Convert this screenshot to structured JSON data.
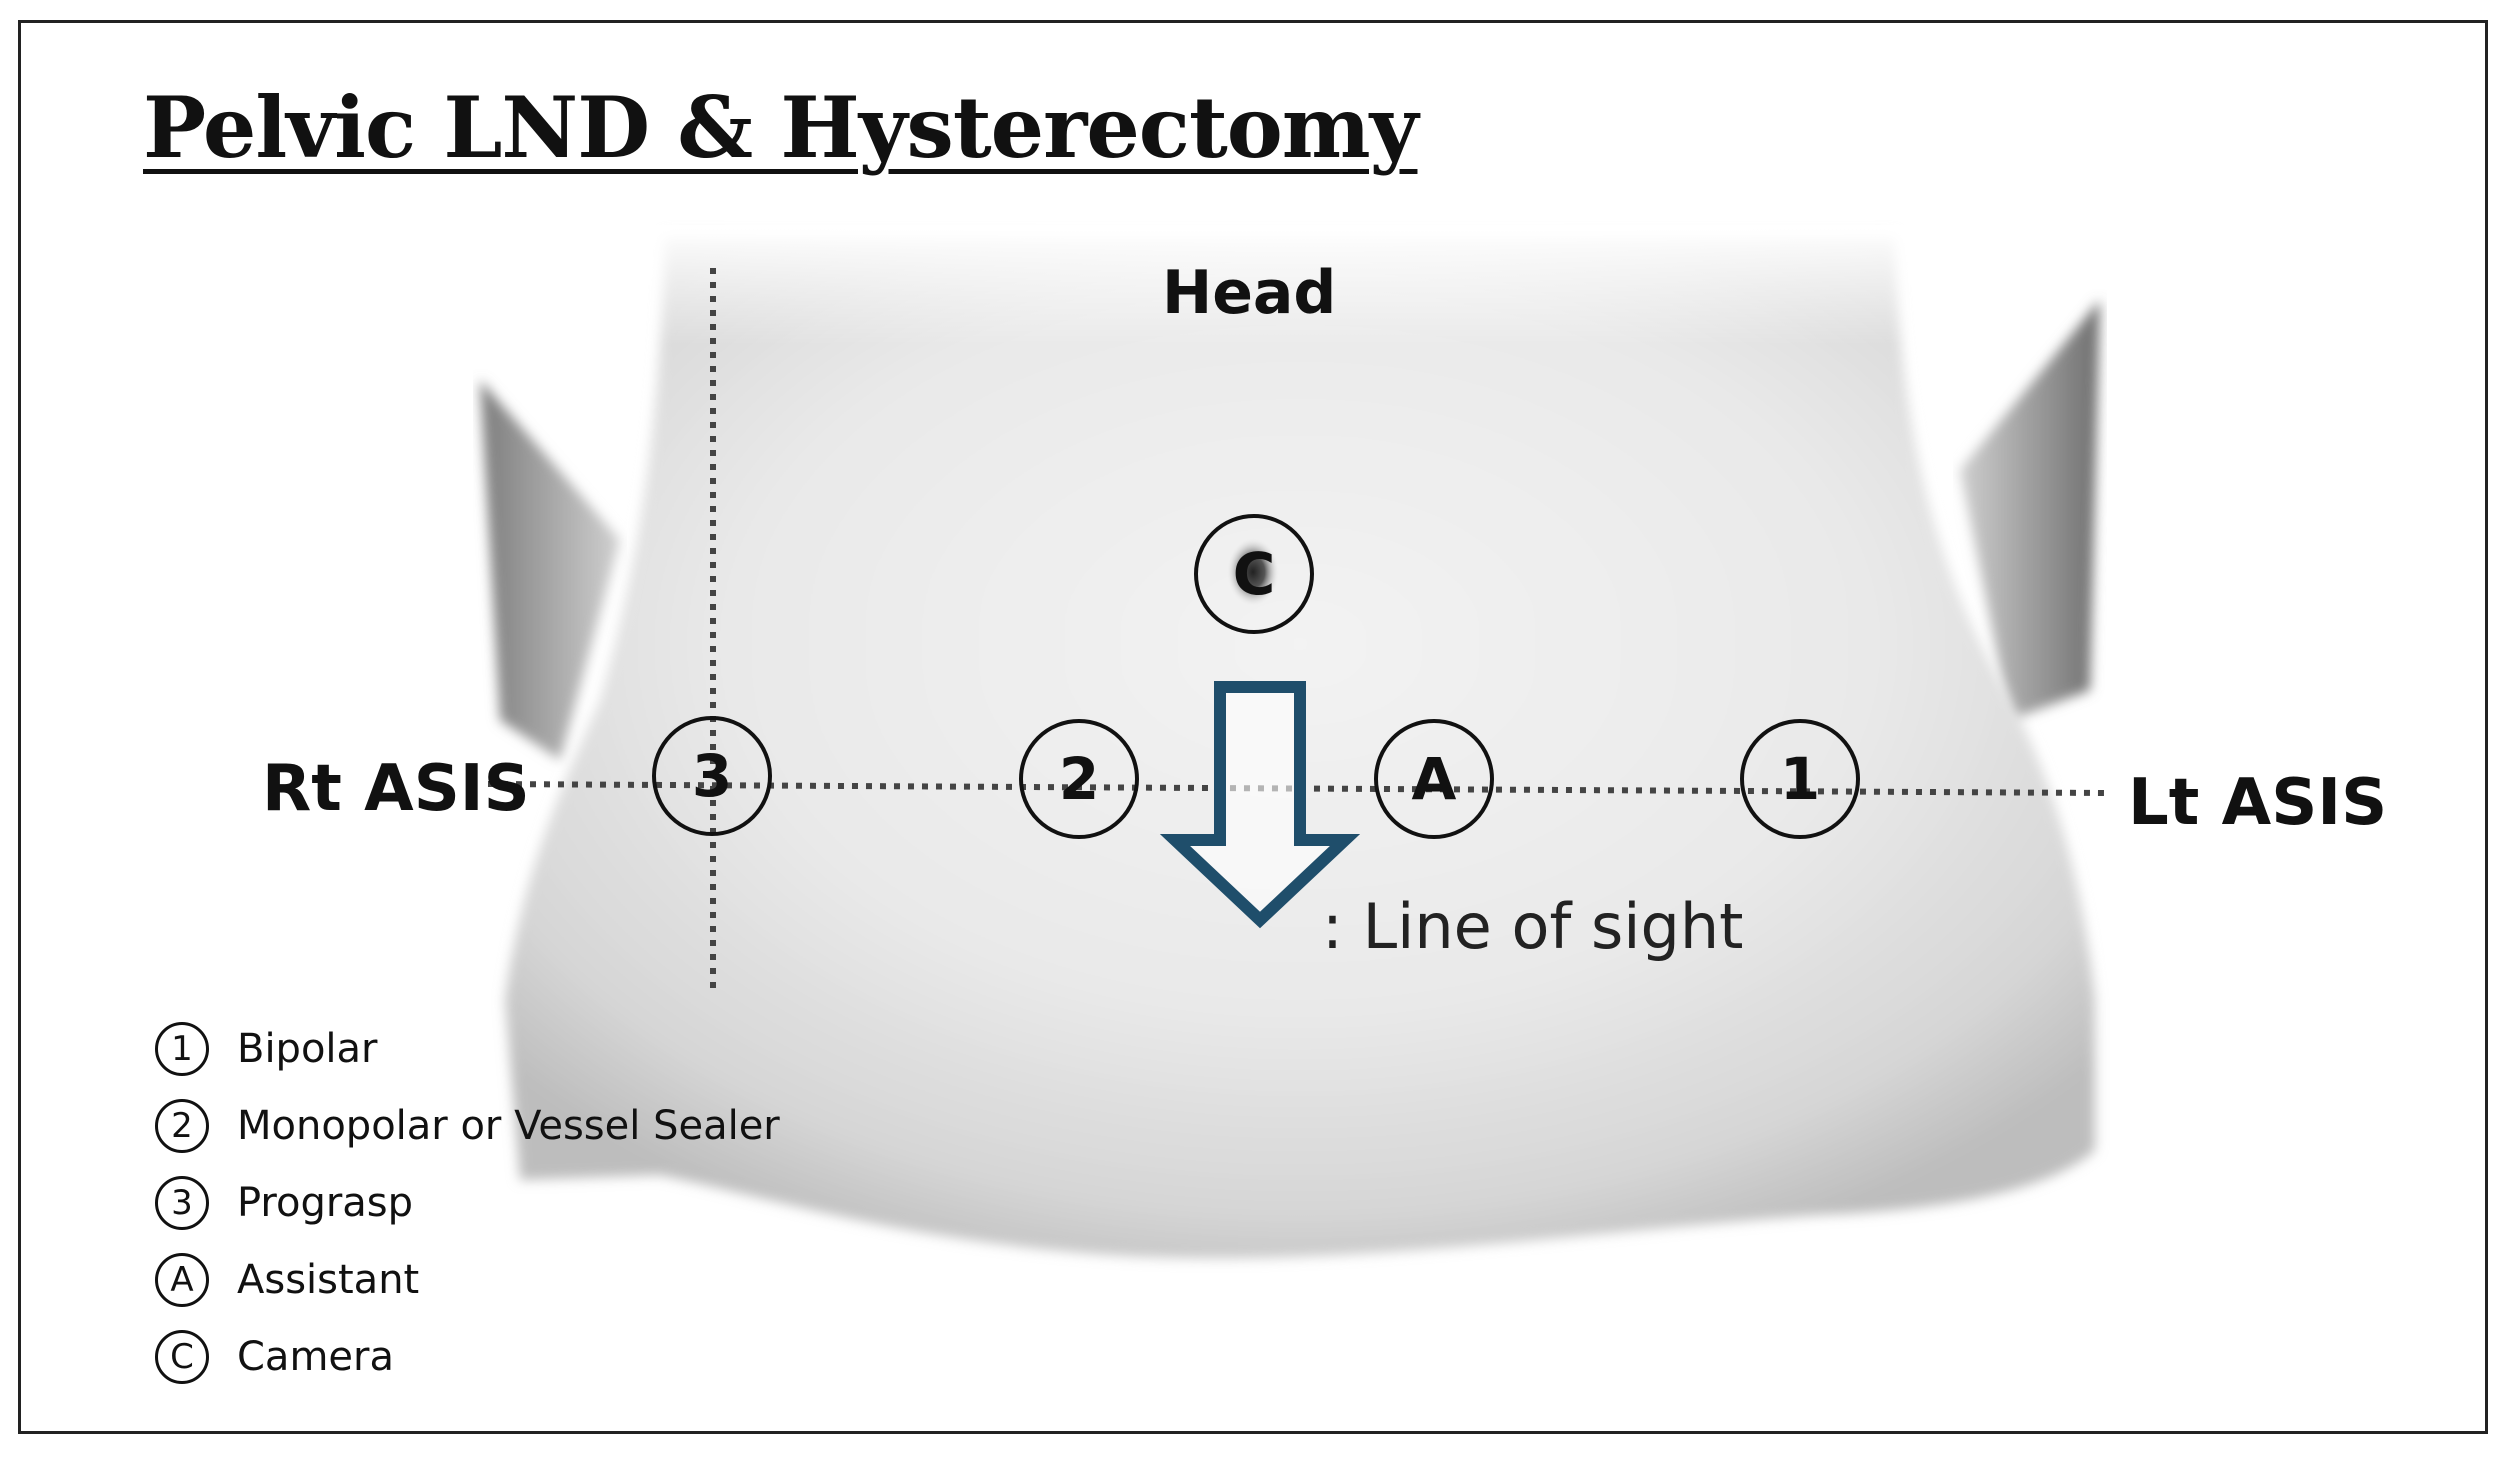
{
  "title": "Pelvic LND & Hysterectomy",
  "labels": {
    "head": "Head",
    "rt_asis": "Rt ASIS",
    "lt_asis": "Lt ASIS",
    "line_of_sight": ": Line of sight"
  },
  "ports": [
    {
      "mark": "C",
      "role": "camera"
    },
    {
      "mark": "3",
      "role": "prograsp"
    },
    {
      "mark": "2",
      "role": "monopolar"
    },
    {
      "mark": "A",
      "role": "assistant"
    },
    {
      "mark": "1",
      "role": "bipolar"
    }
  ],
  "legend": [
    {
      "mark": "1",
      "text": "Bipolar"
    },
    {
      "mark": "2",
      "text": "Monopolar or Vessel Sealer"
    },
    {
      "mark": "3",
      "text": "Prograsp"
    },
    {
      "mark": "A",
      "text": "Assistant"
    },
    {
      "mark": "C",
      "text": "Camera"
    }
  ],
  "colors": {
    "arrow": "#1f4e6b",
    "skin_light": "#f4f4f4",
    "skin_shadow": "#9a9a9a",
    "ink": "#111111"
  }
}
